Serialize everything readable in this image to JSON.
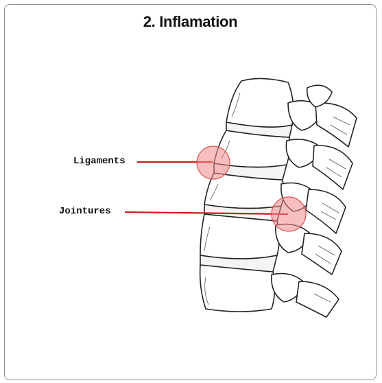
{
  "title": "2. Inflamation",
  "labels": {
    "ligaments": "Ligaments",
    "jointures": "Jointures"
  },
  "colors": {
    "leader_line": "#d11a1a",
    "highlight_fill": "#f08a8a",
    "highlight_stroke": "#e05050",
    "bone_line": "#222222",
    "frame_border": "#8f8f8f"
  }
}
